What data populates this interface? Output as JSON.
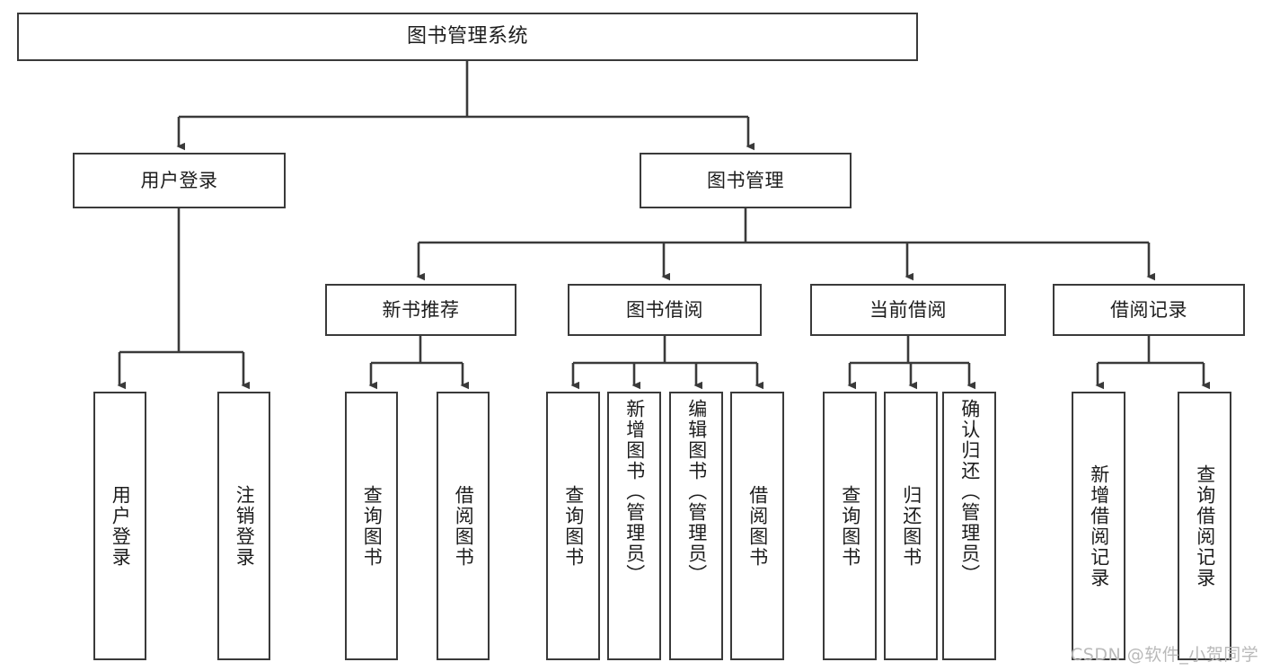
{
  "diagram": {
    "title": "图书管理系统",
    "type": "tree-structure-chart",
    "root": {
      "id": "root",
      "label": "图书管理系统"
    },
    "level2": [
      {
        "id": "user-login",
        "label": "用户登录"
      },
      {
        "id": "book-manage",
        "label": "图书管理"
      }
    ],
    "level3": [
      {
        "id": "new-book-rec",
        "label": "新书推荐",
        "parent": "book-manage"
      },
      {
        "id": "book-borrow",
        "label": "图书借阅",
        "parent": "book-manage"
      },
      {
        "id": "current-borrow",
        "label": "当前借阅",
        "parent": "book-manage"
      },
      {
        "id": "borrow-record",
        "label": "借阅记录",
        "parent": "book-manage"
      }
    ],
    "leaves": {
      "user_login": [
        {
          "id": "leaf-user-login",
          "label": "用户登录"
        },
        {
          "id": "leaf-user-logout",
          "label": "注销登录"
        }
      ],
      "new_book_rec": [
        {
          "id": "leaf-query-book-1",
          "label": "查询图书"
        },
        {
          "id": "leaf-borrow-book-1",
          "label": "借阅图书"
        }
      ],
      "book_borrow": [
        {
          "id": "leaf-query-book-2",
          "label": "查询图书"
        },
        {
          "id": "leaf-add-book",
          "label": "新增图书（管理员）"
        },
        {
          "id": "leaf-edit-book",
          "label": "编辑图书（管理员）"
        },
        {
          "id": "leaf-borrow-book-2",
          "label": "借阅图书"
        }
      ],
      "current_borrow": [
        {
          "id": "leaf-query-book-3",
          "label": "查询图书"
        },
        {
          "id": "leaf-return-book",
          "label": "归还图书"
        },
        {
          "id": "leaf-confirm-return",
          "label": "确认归还（管理员）"
        }
      ],
      "borrow_record": [
        {
          "id": "leaf-add-record",
          "label": "新增借阅记录"
        },
        {
          "id": "leaf-query-record",
          "label": "查询借阅记录"
        }
      ]
    },
    "colors": {
      "stroke": "#3a3a3a",
      "fill": "#ffffff",
      "text": "#1d1d1d",
      "watermark": "#b9b9b9"
    }
  },
  "watermark": {
    "text": "CSDN @软件_小贺同学"
  }
}
